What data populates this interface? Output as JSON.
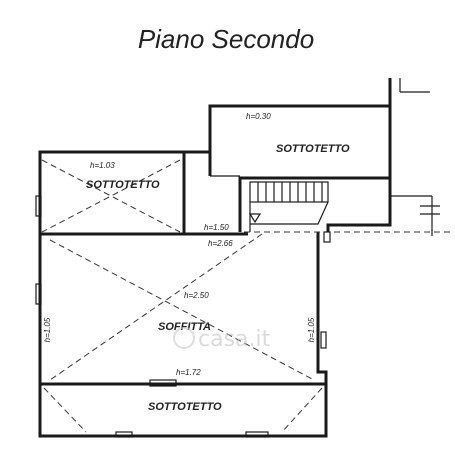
{
  "title": "Piano Secondo",
  "rooms": {
    "sottotetto_top": "SOTTOTETTO",
    "sottotetto_left": "SOTTOTETTO",
    "soffitta": "SOFFITTA",
    "sottotetto_bottom": "SOTTOTETTO"
  },
  "heights": {
    "top": "h=0.30",
    "left_room": "h=1.03",
    "stair_a": "h=1.50",
    "stair_b": "h=2.66",
    "center": "h=2.50",
    "left_wall": "h=1.05",
    "right_wall": "h=1.05",
    "bottom_wall": "h=1.72"
  },
  "watermark": "casa.it"
}
